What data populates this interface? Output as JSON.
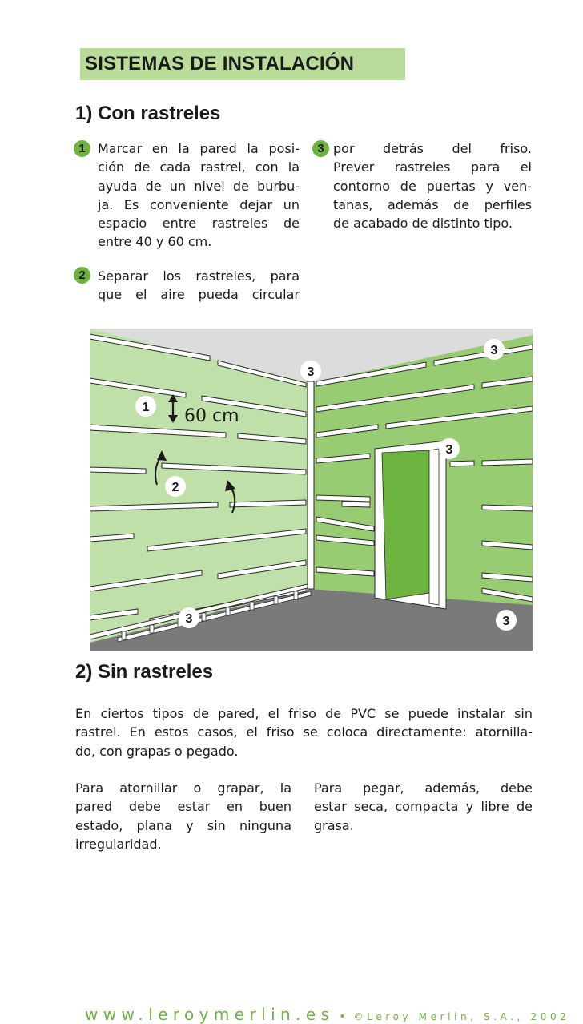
{
  "title": "SISTEMAS DE INSTALACIÓN",
  "section1": {
    "heading": "1) Con rastreles",
    "step1_num": "1",
    "step1_lines": [
      "Marcar en la pared la posi-",
      "ción de cada rastrel, con la",
      "ayuda de un nivel de burbu-",
      "ja. Es conveniente dejar un",
      "espacio entre rastreles de",
      "entre 40 y 60 cm."
    ],
    "step2_num": "2",
    "step2_lines": [
      "Separar los rastreles, para",
      "que el aire pueda circular"
    ],
    "step3_num": "3",
    "step3_lines": [
      "por detrás del friso.",
      "Prever rastreles para el",
      "contorno de puertas y ven-",
      "tanas, además de perfiles",
      "de acabado de distinto tipo."
    ]
  },
  "illustration": {
    "labels": {
      "one": "1",
      "two": "2",
      "three": "3"
    },
    "measure": "60 cm",
    "colors": {
      "wall_left": "#bfe0a8",
      "wall_right": "#97cc73",
      "door": "#6db33f",
      "floor": "#7a7a7a",
      "ceiling": "#dcdcdc"
    }
  },
  "section2": {
    "heading": "2) Sin rastreles",
    "intro_lines": [
      "En ciertos tipos de pared, el friso de PVC se puede instalar sin",
      "rastrel. En estos casos, el friso se coloca directamente: atornilla-",
      "do, con grapas o pegado."
    ],
    "left_lines": [
      "Para atornillar o grapar, la",
      "pared debe estar en buen",
      "estado, plana y sin ninguna",
      "irregularidad."
    ],
    "right_lines": [
      "Para pegar, además, debe",
      "estar seca, compacta y libre de",
      "grasa."
    ]
  },
  "footer": {
    "site": "www.leroymerlin.es",
    "separator": "•",
    "copy": "©Leroy Merlin, S.A., 2002"
  },
  "accent_color": "#6db33f",
  "title_bg": "#b9dc9b"
}
